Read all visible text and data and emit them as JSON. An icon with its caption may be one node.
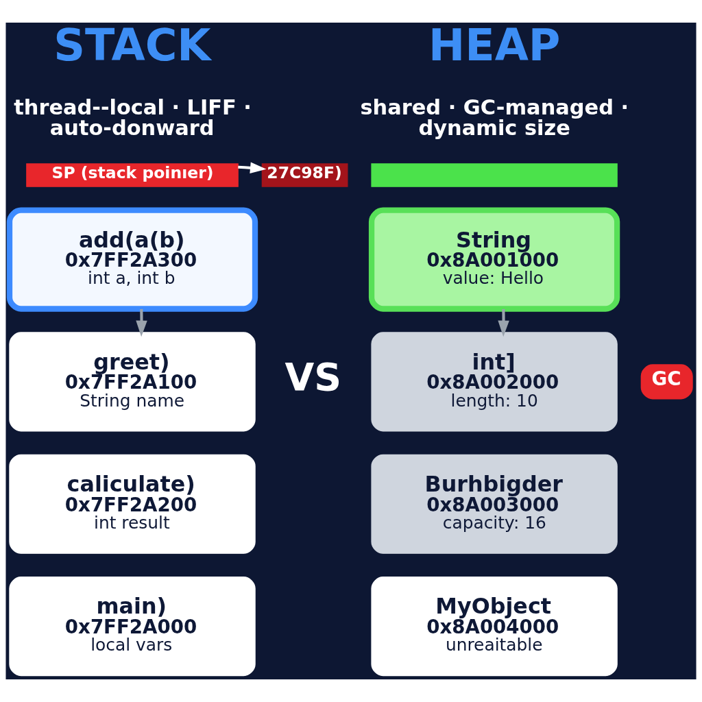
{
  "diagram": {
    "nodes": [
      {
        "text": [
          "SP (stack poinıer)"
        ]
      },
      {
        "text": [
          "27C98F)"
        ]
      },
      {
        "text": [],
        "shape": "bar"
      },
      {
        "text": [
          "add(a(b)",
          "0x7FF2A300",
          "int a, int b"
        ]
      },
      {
        "text": [
          "String",
          "0x8A001000",
          "value: Hello"
        ]
      },
      {
        "text": [
          "greet)",
          "0x7FF2A100",
          "String name"
        ]
      },
      {
        "text": [
          "int]",
          "0x8A002000",
          "length: 10"
        ]
      },
      {
        "text": [
          "GC"
        ]
      },
      {
        "text": [
          "caliculate)",
          "0x7FF2A200",
          "int result"
        ]
      },
      {
        "text": [
          "Burhbigder",
          "0x8A003000",
          "capacity: 16"
        ]
      },
      {
        "text": [
          "main)",
          "0x7FF2A000",
          "local vars"
        ]
      },
      {
        "text": [
          "MyObject",
          "0x8A004000",
          "unreaitable"
        ]
      }
    ],
    "edges": [
      {
        "from": 0,
        "to": 1,
        "arrow": "to",
        "color": "#ffffff"
      },
      {
        "from": 3,
        "to": 5,
        "arrow": "to"
      },
      {
        "from": 4,
        "to": 6,
        "arrow": "to"
      }
    ],
    "labels": [
      "STACK",
      "thread--local · LIFF · auto-donward",
      "HEAP",
      "shared · GC-managed · dynamic size",
      "VS"
    ]
  }
}
